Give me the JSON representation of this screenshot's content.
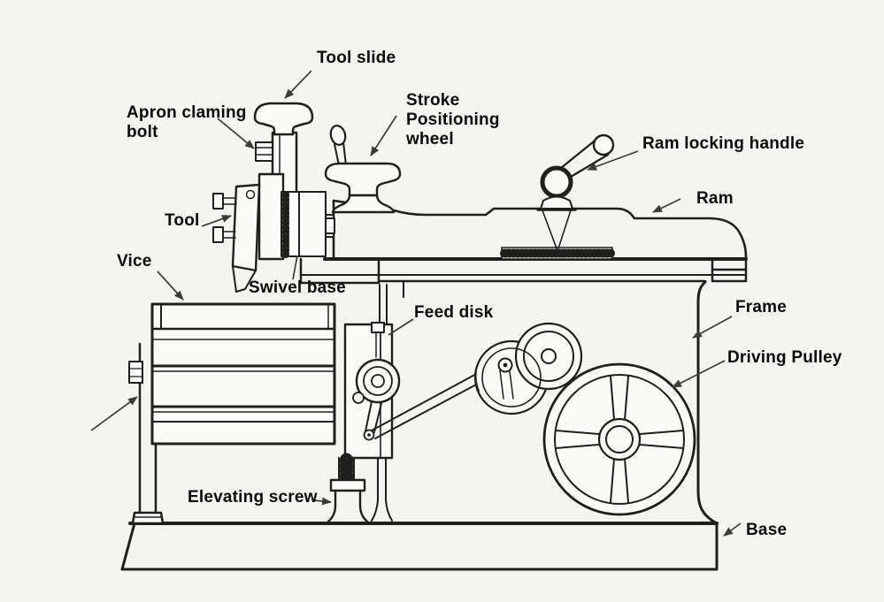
{
  "diagram": {
    "labels": {
      "tool_slide": "Tool slide",
      "apron_line1": "Apron claming",
      "apron_line2": "bolt",
      "stroke_line1": "Stroke",
      "stroke_line2": "Positioning",
      "stroke_line3": "wheel",
      "ram_locking_handle": "Ram locking handle",
      "ram": "Ram",
      "tool": "Tool",
      "vice": "Vice",
      "swivel_base": "Swivel base",
      "feed_disk": "Feed disk",
      "frame": "Frame",
      "driving_pulley": "Driving Pulley",
      "elevating_screw": "Elevating screw",
      "base": "Base"
    },
    "colors": {
      "ink": "#1f1f1f",
      "paper": "#fbfaf7",
      "background": "#f6f4f1",
      "arrow": "#3c3c3c",
      "label": "#0a0a0a"
    }
  }
}
